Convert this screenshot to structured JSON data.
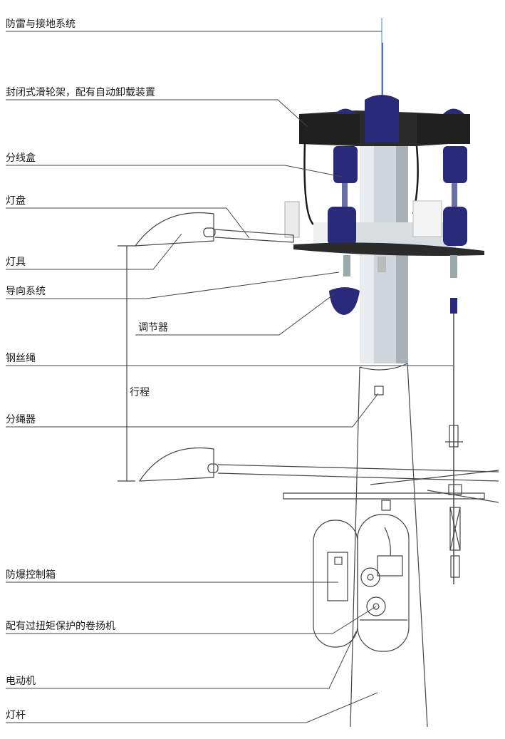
{
  "labels": {
    "lightning": "防雷与接地系统",
    "pulley_frame": "封闭式滑轮架，配有自动卸载装置",
    "junction_box": "分线盒",
    "lamp_panel": "灯盘",
    "lamp": "灯具",
    "guide_system": "导向系统",
    "regulator": "调节器",
    "wire_rope": "钢丝绳",
    "travel": "行程",
    "rope_splitter": "分绳器",
    "control_box": "防爆控制箱",
    "winch": "配有过扭矩保护的卷扬机",
    "motor": "电动机",
    "pole": "灯杆"
  },
  "colors": {
    "navy": "#2a2a7a",
    "dark": "#2b2b2b",
    "pole_gray": "#cfd5da",
    "line": "#444444"
  }
}
